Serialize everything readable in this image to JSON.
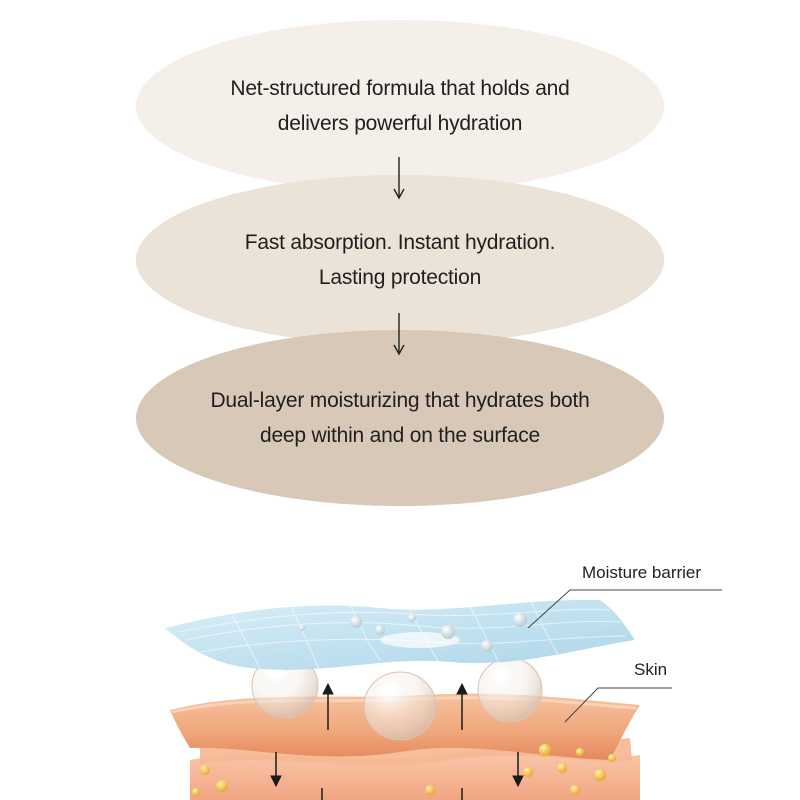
{
  "steps": [
    {
      "text": "Net-structured formula that holds and\ndelivers powerful hydration"
    },
    {
      "text": "Fast absorption. Instant hydration.\nLasting protection"
    },
    {
      "text": "Dual-layer moisturizing that hydrates both\ndeep within and on the surface"
    }
  ],
  "illustration": {
    "labels": {
      "moisture_barrier": "Moisture barrier",
      "skin": "Skin"
    }
  },
  "colors": {
    "step_1_bg": "#f4efe9",
    "step_2_bg": "#ebe2d8",
    "step_3_bg": "#d7c8b7",
    "text": "#1f1f1f",
    "barrier_blue": "#bfe0ef",
    "skin_orange": "#f0a57a"
  }
}
